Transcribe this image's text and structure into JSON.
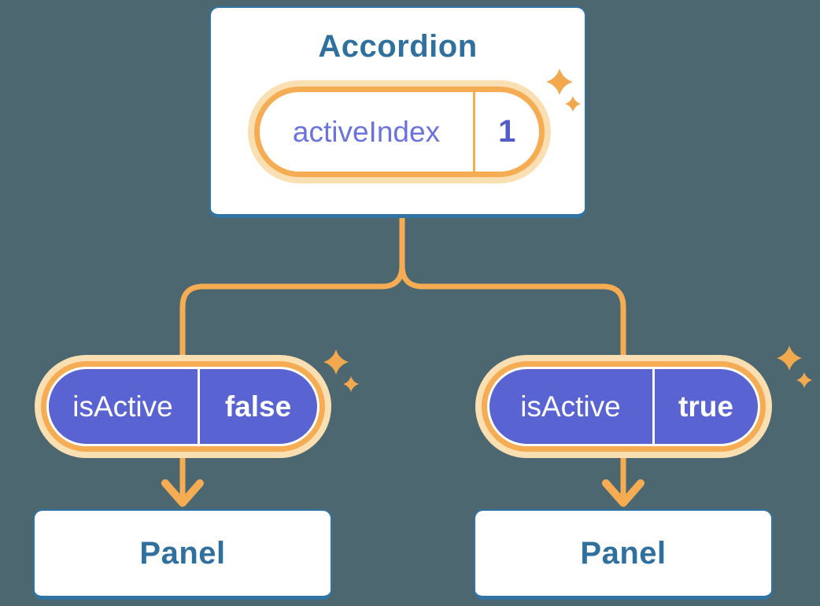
{
  "colors": {
    "background": "#4C6770",
    "card_border": "#3174A3",
    "card_text": "#30709F",
    "line": "#F5AC52",
    "glow": "#FADFB2",
    "pill_purple": "#5A63D2",
    "pill_text": "#FFFFFF",
    "state_label": "#6B73DC",
    "state_value": "#555CC8",
    "sparkle": "#F2A94E"
  },
  "diagram": {
    "accordion": {
      "title": "Accordion",
      "state": {
        "label": "activeIndex",
        "value": "1"
      }
    },
    "children": [
      {
        "prop": {
          "label": "isActive",
          "value": "false"
        },
        "panel_title": "Panel"
      },
      {
        "prop": {
          "label": "isActive",
          "value": "true"
        },
        "panel_title": "Panel"
      }
    ]
  }
}
